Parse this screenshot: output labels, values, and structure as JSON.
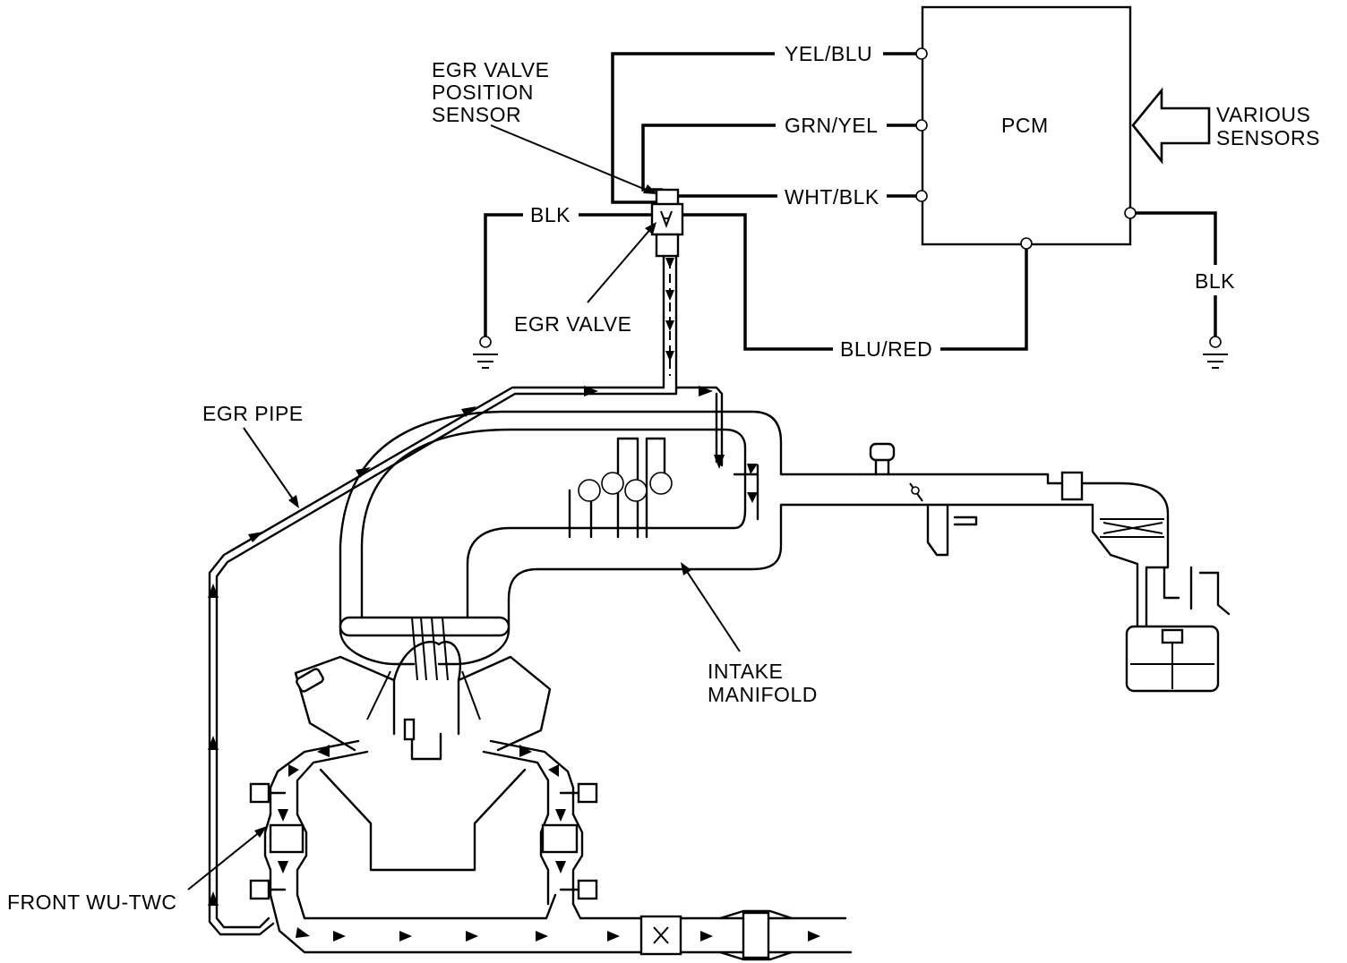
{
  "labels": {
    "egr_valve_position_sensor_1": "EGR VALVE",
    "egr_valve_position_sensor_2": "POSITION",
    "egr_valve_position_sensor_3": "SENSOR",
    "egr_valve": "EGR VALVE",
    "egr_pipe": "EGR PIPE",
    "intake_manifold_1": "INTAKE",
    "intake_manifold_2": "MANIFOLD",
    "front_wu_twc": "FRONT WU-TWC",
    "pcm": "PCM",
    "various_sensors_1": "VARIOUS",
    "various_sensors_2": "SENSORS"
  },
  "wires": {
    "yel_blu": "YEL/BLU",
    "grn_yel": "GRN/YEL",
    "wht_blk": "WHT/BLK",
    "blk_left": "BLK",
    "blu_red": "BLU/RED",
    "blk_right": "BLK"
  }
}
